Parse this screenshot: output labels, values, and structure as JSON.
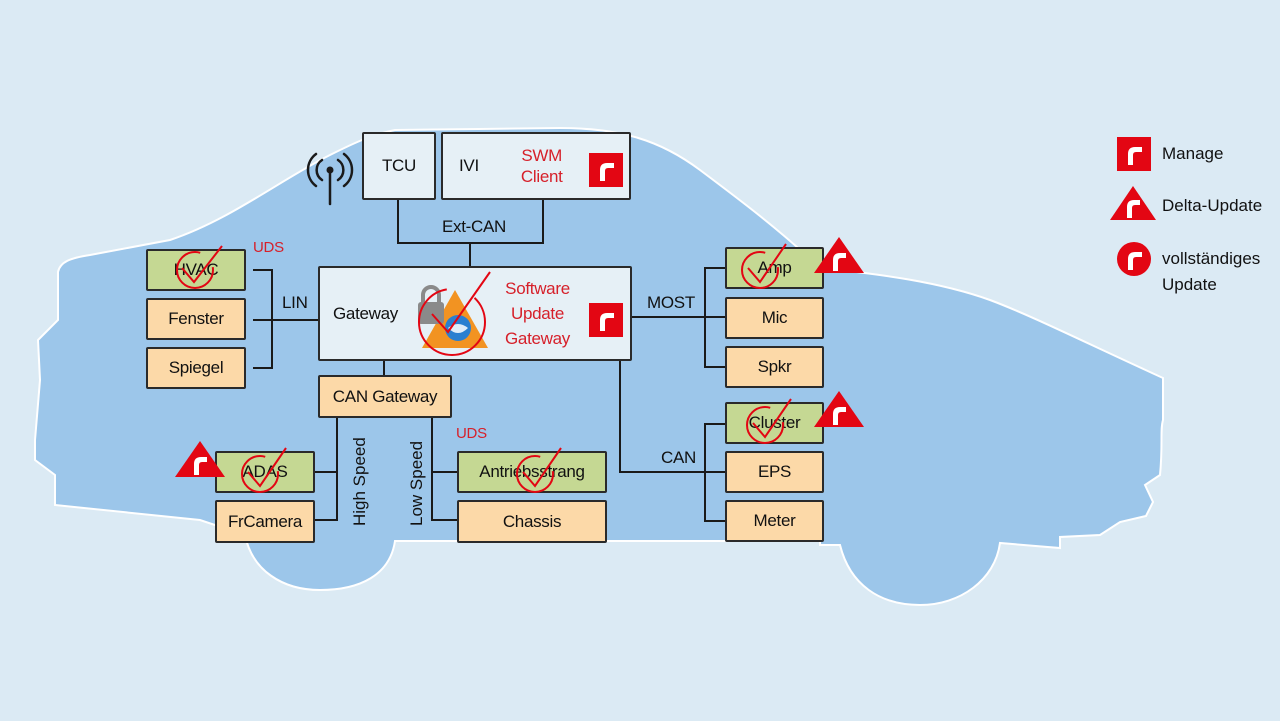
{
  "colors": {
    "background": "#dbeaf4",
    "car_body": "#9cc6ea",
    "ecu_standard": "#fcd9a8",
    "ecu_updatable": "#c5d893",
    "head_unit": "#e6f0f6",
    "accent_red": "#e30613",
    "gateway_triangle": "#f29322"
  },
  "head_units": {
    "tcu": "TCU",
    "ivi": "IVI",
    "swm_client_line1": "SWM",
    "swm_client_line2": "Client"
  },
  "buses": {
    "ext_can": "Ext-CAN",
    "lin": "LIN",
    "most": "MOST",
    "can": "CAN",
    "high_speed": "High Speed",
    "low_speed": "Low Speed"
  },
  "gateway": {
    "label": "Gateway",
    "sug_line1": "Software",
    "sug_line2": "Update",
    "sug_line3": "Gateway"
  },
  "can_gateway": "CAN Gateway",
  "uds_labels": [
    "UDS",
    "UDS"
  ],
  "lin_ecus": [
    {
      "label": "HVAC",
      "updatable": true
    },
    {
      "label": "Fenster",
      "updatable": false
    },
    {
      "label": "Spiegel",
      "updatable": false
    }
  ],
  "most_ecus": [
    {
      "label": "Amp",
      "updatable": true,
      "marker": "delta-update"
    },
    {
      "label": "Mic",
      "updatable": false
    },
    {
      "label": "Spkr",
      "updatable": false
    }
  ],
  "can_ecus": [
    {
      "label": "Cluster",
      "updatable": true,
      "marker": "delta-update"
    },
    {
      "label": "EPS",
      "updatable": false
    },
    {
      "label": "Meter",
      "updatable": false
    }
  ],
  "high_speed_ecus": [
    {
      "label": "ADAS",
      "updatable": true,
      "marker": "delta-update"
    },
    {
      "label": "FrCamera",
      "updatable": false
    }
  ],
  "low_speed_ecus": [
    {
      "label": "Antriebsstrang",
      "updatable": true
    },
    {
      "label": "Chassis",
      "updatable": false
    }
  ],
  "legend": [
    {
      "icon": "manage-square-icon",
      "label": "Manage"
    },
    {
      "icon": "delta-update-triangle-icon",
      "label": "Delta-Update"
    },
    {
      "icon": "full-update-circle-icon",
      "label_line1": "vollständiges",
      "label_line2": "Update"
    }
  ]
}
